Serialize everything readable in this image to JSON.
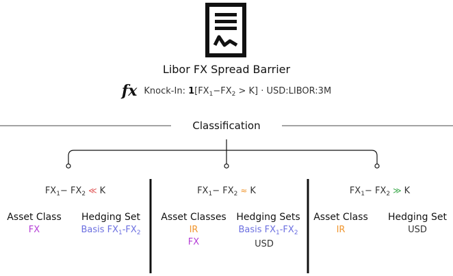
{
  "title": "Libor FX Spread Barrier",
  "formula": {
    "icon": "fx-icon",
    "prefix": "Knock-In: ",
    "indicator": "1",
    "open": "[FX",
    "sub1": "1",
    "minus": "−FX",
    "sub2": "2",
    "rest": " > K]",
    "suffix": " · USD:LIBOR:3M"
  },
  "section_title": "Classification",
  "branches": [
    {
      "condition": {
        "a": "FX",
        "a_sub": "1",
        "minus": "− FX",
        "b_sub": "2",
        "operator": "≪",
        "operator_color": "#e05555",
        "k": "K"
      },
      "col1": {
        "header": "Asset Class",
        "values": [
          "FX"
        ]
      },
      "col2": {
        "header": "Hedging Set",
        "values": [
          {
            "text": "Basis FX",
            "s1": "1",
            "mid": "-FX",
            "s2": "2"
          }
        ]
      }
    },
    {
      "condition": {
        "a": "FX",
        "a_sub": "1",
        "minus": "− FX",
        "b_sub": "2",
        "operator": "≈",
        "operator_color": "#f0962e",
        "k": "K"
      },
      "col1": {
        "header": "Asset Classes",
        "values": [
          "IR",
          "FX"
        ]
      },
      "col2": {
        "header": "Hedging Sets",
        "values": [
          {
            "text": "Basis FX",
            "s1": "1",
            "mid": "-FX",
            "s2": "2"
          },
          "USD"
        ]
      }
    },
    {
      "condition": {
        "a": "FX",
        "a_sub": "1",
        "minus": "− FX",
        "b_sub": "2",
        "operator": "≫",
        "operator_color": "#3aa84a",
        "k": "K"
      },
      "col1": {
        "header": "Asset Class",
        "values": [
          "IR"
        ]
      },
      "col2": {
        "header": "Hedging Set",
        "values": [
          "USD"
        ]
      }
    }
  ],
  "colors": {
    "fx": "#b43ed6",
    "basis": "#6b6fe0",
    "ir": "#f0962e",
    "usd": "#333333"
  }
}
